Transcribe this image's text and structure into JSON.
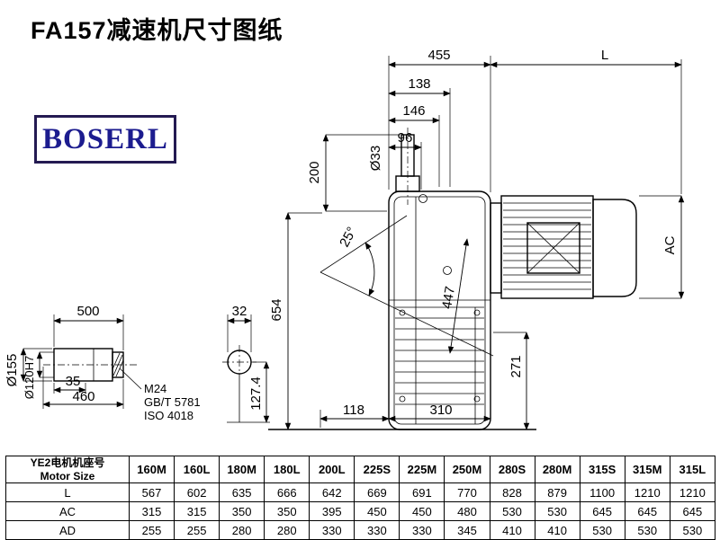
{
  "title": "FA157减速机尺寸图纸",
  "logo": {
    "text": "BOSERL"
  },
  "drawing": {
    "dims": {
      "top_width": "455",
      "motor_length": "L",
      "d138": "138",
      "d146": "146",
      "d96": "96",
      "shaft_dia": "Ø33",
      "d200": "200",
      "angle": "25°",
      "height": "654",
      "motor_dia": "AC",
      "d447": "447",
      "d271": "271",
      "d118": "118",
      "d310": "310",
      "shaft_len": "500",
      "d35": "35",
      "d460": "460",
      "flange_dia": "Ø155",
      "bore_dia": "Ø120H7",
      "thread": "M24",
      "std1": "GB/T 5781",
      "std2": "ISO 4018",
      "d32": "32",
      "d127": "127.4"
    }
  },
  "table": {
    "header": {
      "line1": "YE2电机机座号",
      "line2": "Motor Size"
    },
    "columns": [
      "160M",
      "160L",
      "180M",
      "180L",
      "200L",
      "225S",
      "225M",
      "250M",
      "280S",
      "280M",
      "315S",
      "315M",
      "315L"
    ],
    "rows": [
      {
        "label": "L",
        "values": [
          567,
          602,
          635,
          666,
          642,
          669,
          691,
          770,
          828,
          879,
          1100,
          1210,
          1210
        ]
      },
      {
        "label": "AC",
        "values": [
          315,
          315,
          350,
          350,
          395,
          450,
          450,
          480,
          530,
          530,
          645,
          645,
          645
        ]
      },
      {
        "label": "AD",
        "values": [
          255,
          255,
          280,
          280,
          330,
          330,
          330,
          345,
          410,
          410,
          530,
          530,
          530
        ]
      }
    ]
  }
}
